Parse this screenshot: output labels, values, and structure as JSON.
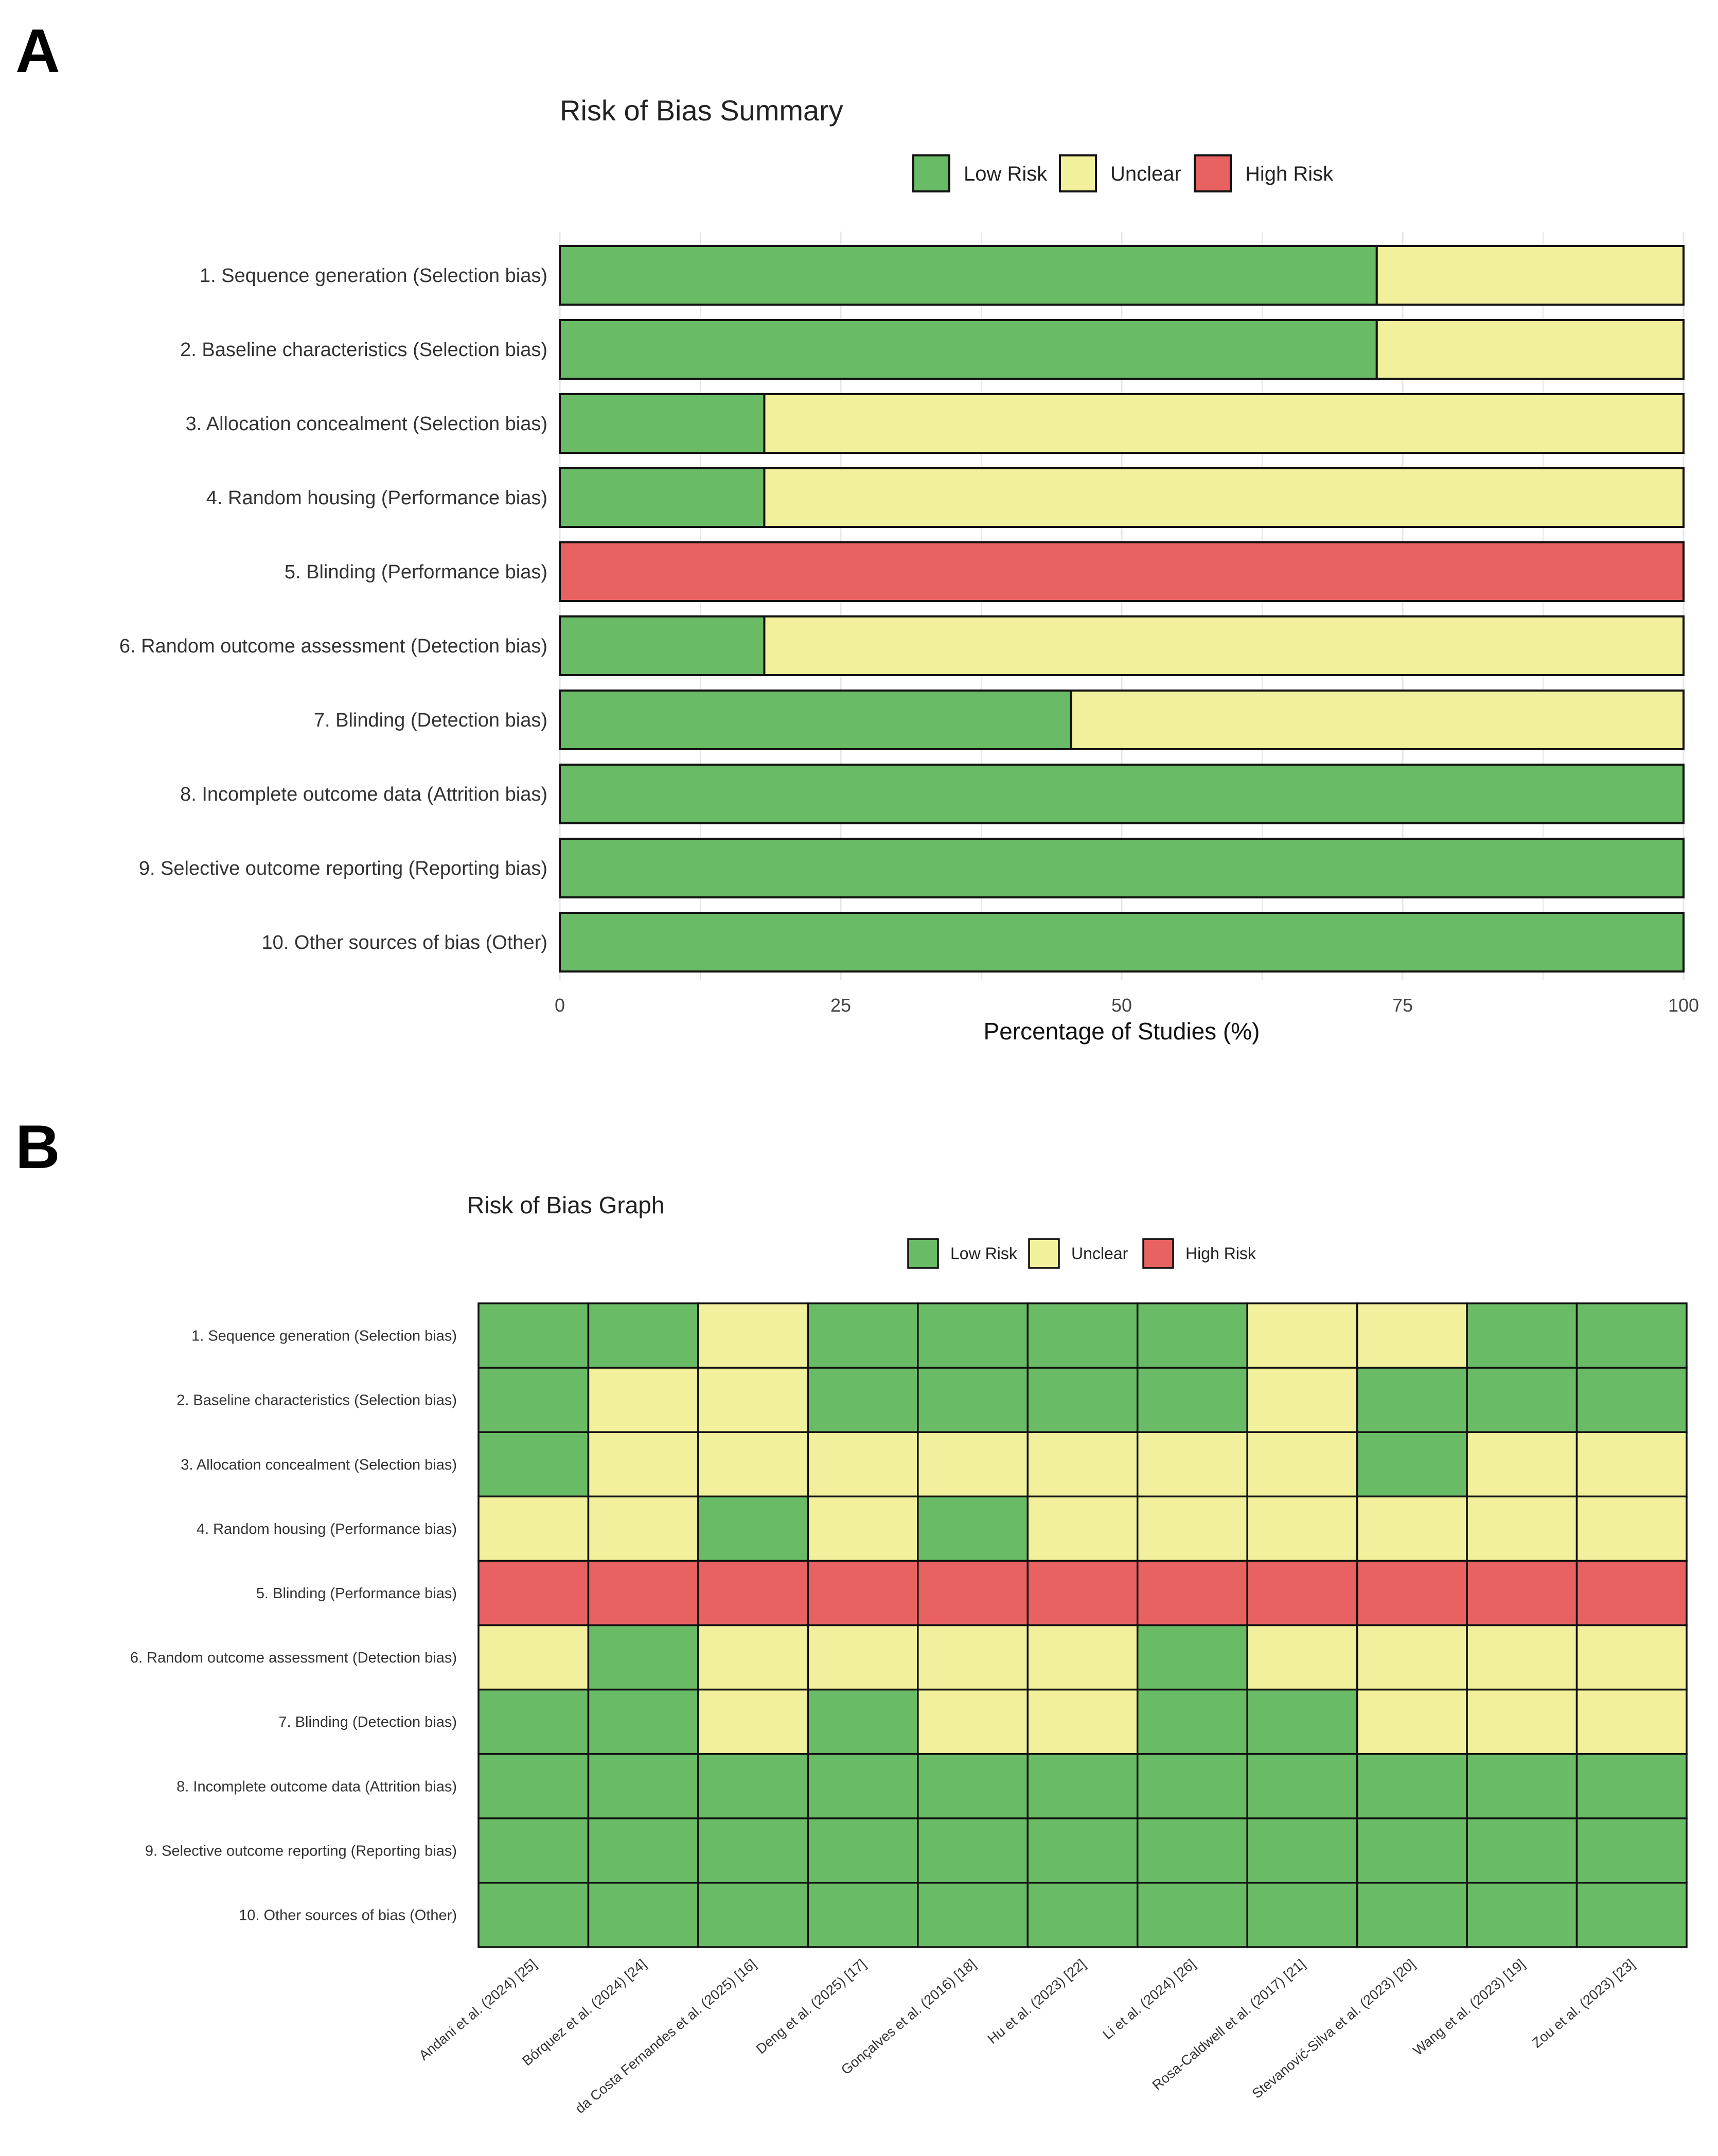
{
  "colors": {
    "low": "#6abb66",
    "unclear": "#f2f09c",
    "high": "#e86262",
    "grid": "#e6e6e6",
    "stroke": "#111111"
  },
  "panel_a": {
    "letter": "A",
    "legend": [
      {
        "label": "Low Risk",
        "key": "low"
      },
      {
        "label": "Unclear",
        "key": "unclear"
      },
      {
        "label": "High Risk",
        "key": "high"
      }
    ]
  },
  "panel_b": {
    "letter": "B",
    "legend": [
      {
        "label": "Low Risk",
        "key": "low"
      },
      {
        "label": "Unclear",
        "key": "unclear"
      },
      {
        "label": "High Risk",
        "key": "high"
      }
    ]
  },
  "chart_data": [
    {
      "type": "bar",
      "orientation": "horizontal-stacked",
      "title": "Risk of Bias Summary",
      "xlabel": "Percentage of Studies (%)",
      "ylabel": "",
      "xlim": [
        0,
        100
      ],
      "xticks": [
        0,
        25,
        50,
        75,
        100
      ],
      "grid": true,
      "legend_position": "top",
      "categories": [
        "1. Sequence generation (Selection bias)",
        "2. Baseline characteristics (Selection bias)",
        "3. Allocation concealment (Selection bias)",
        "4. Random housing (Performance bias)",
        "5. Blinding (Performance bias)",
        "6. Random outcome assessment (Detection bias)",
        "7. Blinding (Detection bias)",
        "8. Incomplete outcome data (Attrition bias)",
        "9. Selective outcome reporting (Reporting bias)",
        "10. Other sources of bias (Other)"
      ],
      "series": [
        {
          "name": "Low Risk",
          "key": "low",
          "values": [
            72.7,
            72.7,
            18.2,
            18.2,
            0,
            18.2,
            45.5,
            100,
            100,
            100
          ]
        },
        {
          "name": "Unclear",
          "key": "unclear",
          "values": [
            27.3,
            27.3,
            81.8,
            81.8,
            0,
            81.8,
            54.5,
            0,
            0,
            0
          ]
        },
        {
          "name": "High Risk",
          "key": "high",
          "values": [
            0,
            0,
            0,
            0,
            100,
            0,
            0,
            0,
            0,
            0
          ]
        }
      ]
    },
    {
      "type": "heatmap",
      "title": "Risk of Bias Graph",
      "legend_position": "top",
      "rows": [
        "1. Sequence generation (Selection bias)",
        "2. Baseline characteristics (Selection bias)",
        "3. Allocation concealment (Selection bias)",
        "4. Random housing (Performance bias)",
        "5. Blinding (Performance bias)",
        "6. Random outcome assessment (Detection bias)",
        "7. Blinding (Detection bias)",
        "8. Incomplete outcome data (Attrition bias)",
        "9. Selective outcome reporting (Reporting bias)",
        "10. Other sources of bias (Other)"
      ],
      "columns": [
        "Andani et al. (2024) [25]",
        "Bórquez et al. (2024) [24]",
        "da Costa Fernandes et al. (2025) [16]",
        "Deng et al. (2025) [17]",
        "Gonçalves et al. (2016) [18]",
        "Hu et al. (2023) [22]",
        "Li et al. (2024) [26]",
        "Rosa-Caldwell et al. (2017) [21]",
        "Stevanović-Silva et al. (2023) [20]",
        "Wang et al. (2023) [19]",
        "Zou et al. (2023) [23]"
      ],
      "values": [
        [
          "Low",
          "Low",
          "Unclear",
          "Low",
          "Low",
          "Low",
          "Low",
          "Unclear",
          "Unclear",
          "Low",
          "Low"
        ],
        [
          "Low",
          "Unclear",
          "Unclear",
          "Low",
          "Low",
          "Low",
          "Low",
          "Unclear",
          "Low",
          "Low",
          "Low"
        ],
        [
          "Low",
          "Unclear",
          "Unclear",
          "Unclear",
          "Unclear",
          "Unclear",
          "Unclear",
          "Unclear",
          "Low",
          "Unclear",
          "Unclear"
        ],
        [
          "Unclear",
          "Unclear",
          "Low",
          "Unclear",
          "Low",
          "Unclear",
          "Unclear",
          "Unclear",
          "Unclear",
          "Unclear",
          "Unclear"
        ],
        [
          "High",
          "High",
          "High",
          "High",
          "High",
          "High",
          "High",
          "High",
          "High",
          "High",
          "High"
        ],
        [
          "Unclear",
          "Low",
          "Unclear",
          "Unclear",
          "Unclear",
          "Unclear",
          "Low",
          "Unclear",
          "Unclear",
          "Unclear",
          "Unclear"
        ],
        [
          "Low",
          "Low",
          "Unclear",
          "Low",
          "Unclear",
          "Unclear",
          "Low",
          "Low",
          "Unclear",
          "Unclear",
          "Unclear"
        ],
        [
          "Low",
          "Low",
          "Low",
          "Low",
          "Low",
          "Low",
          "Low",
          "Low",
          "Low",
          "Low",
          "Low"
        ],
        [
          "Low",
          "Low",
          "Low",
          "Low",
          "Low",
          "Low",
          "Low",
          "Low",
          "Low",
          "Low",
          "Low"
        ],
        [
          "Low",
          "Low",
          "Low",
          "Low",
          "Low",
          "Low",
          "Low",
          "Low",
          "Low",
          "Low",
          "Low"
        ]
      ]
    }
  ]
}
